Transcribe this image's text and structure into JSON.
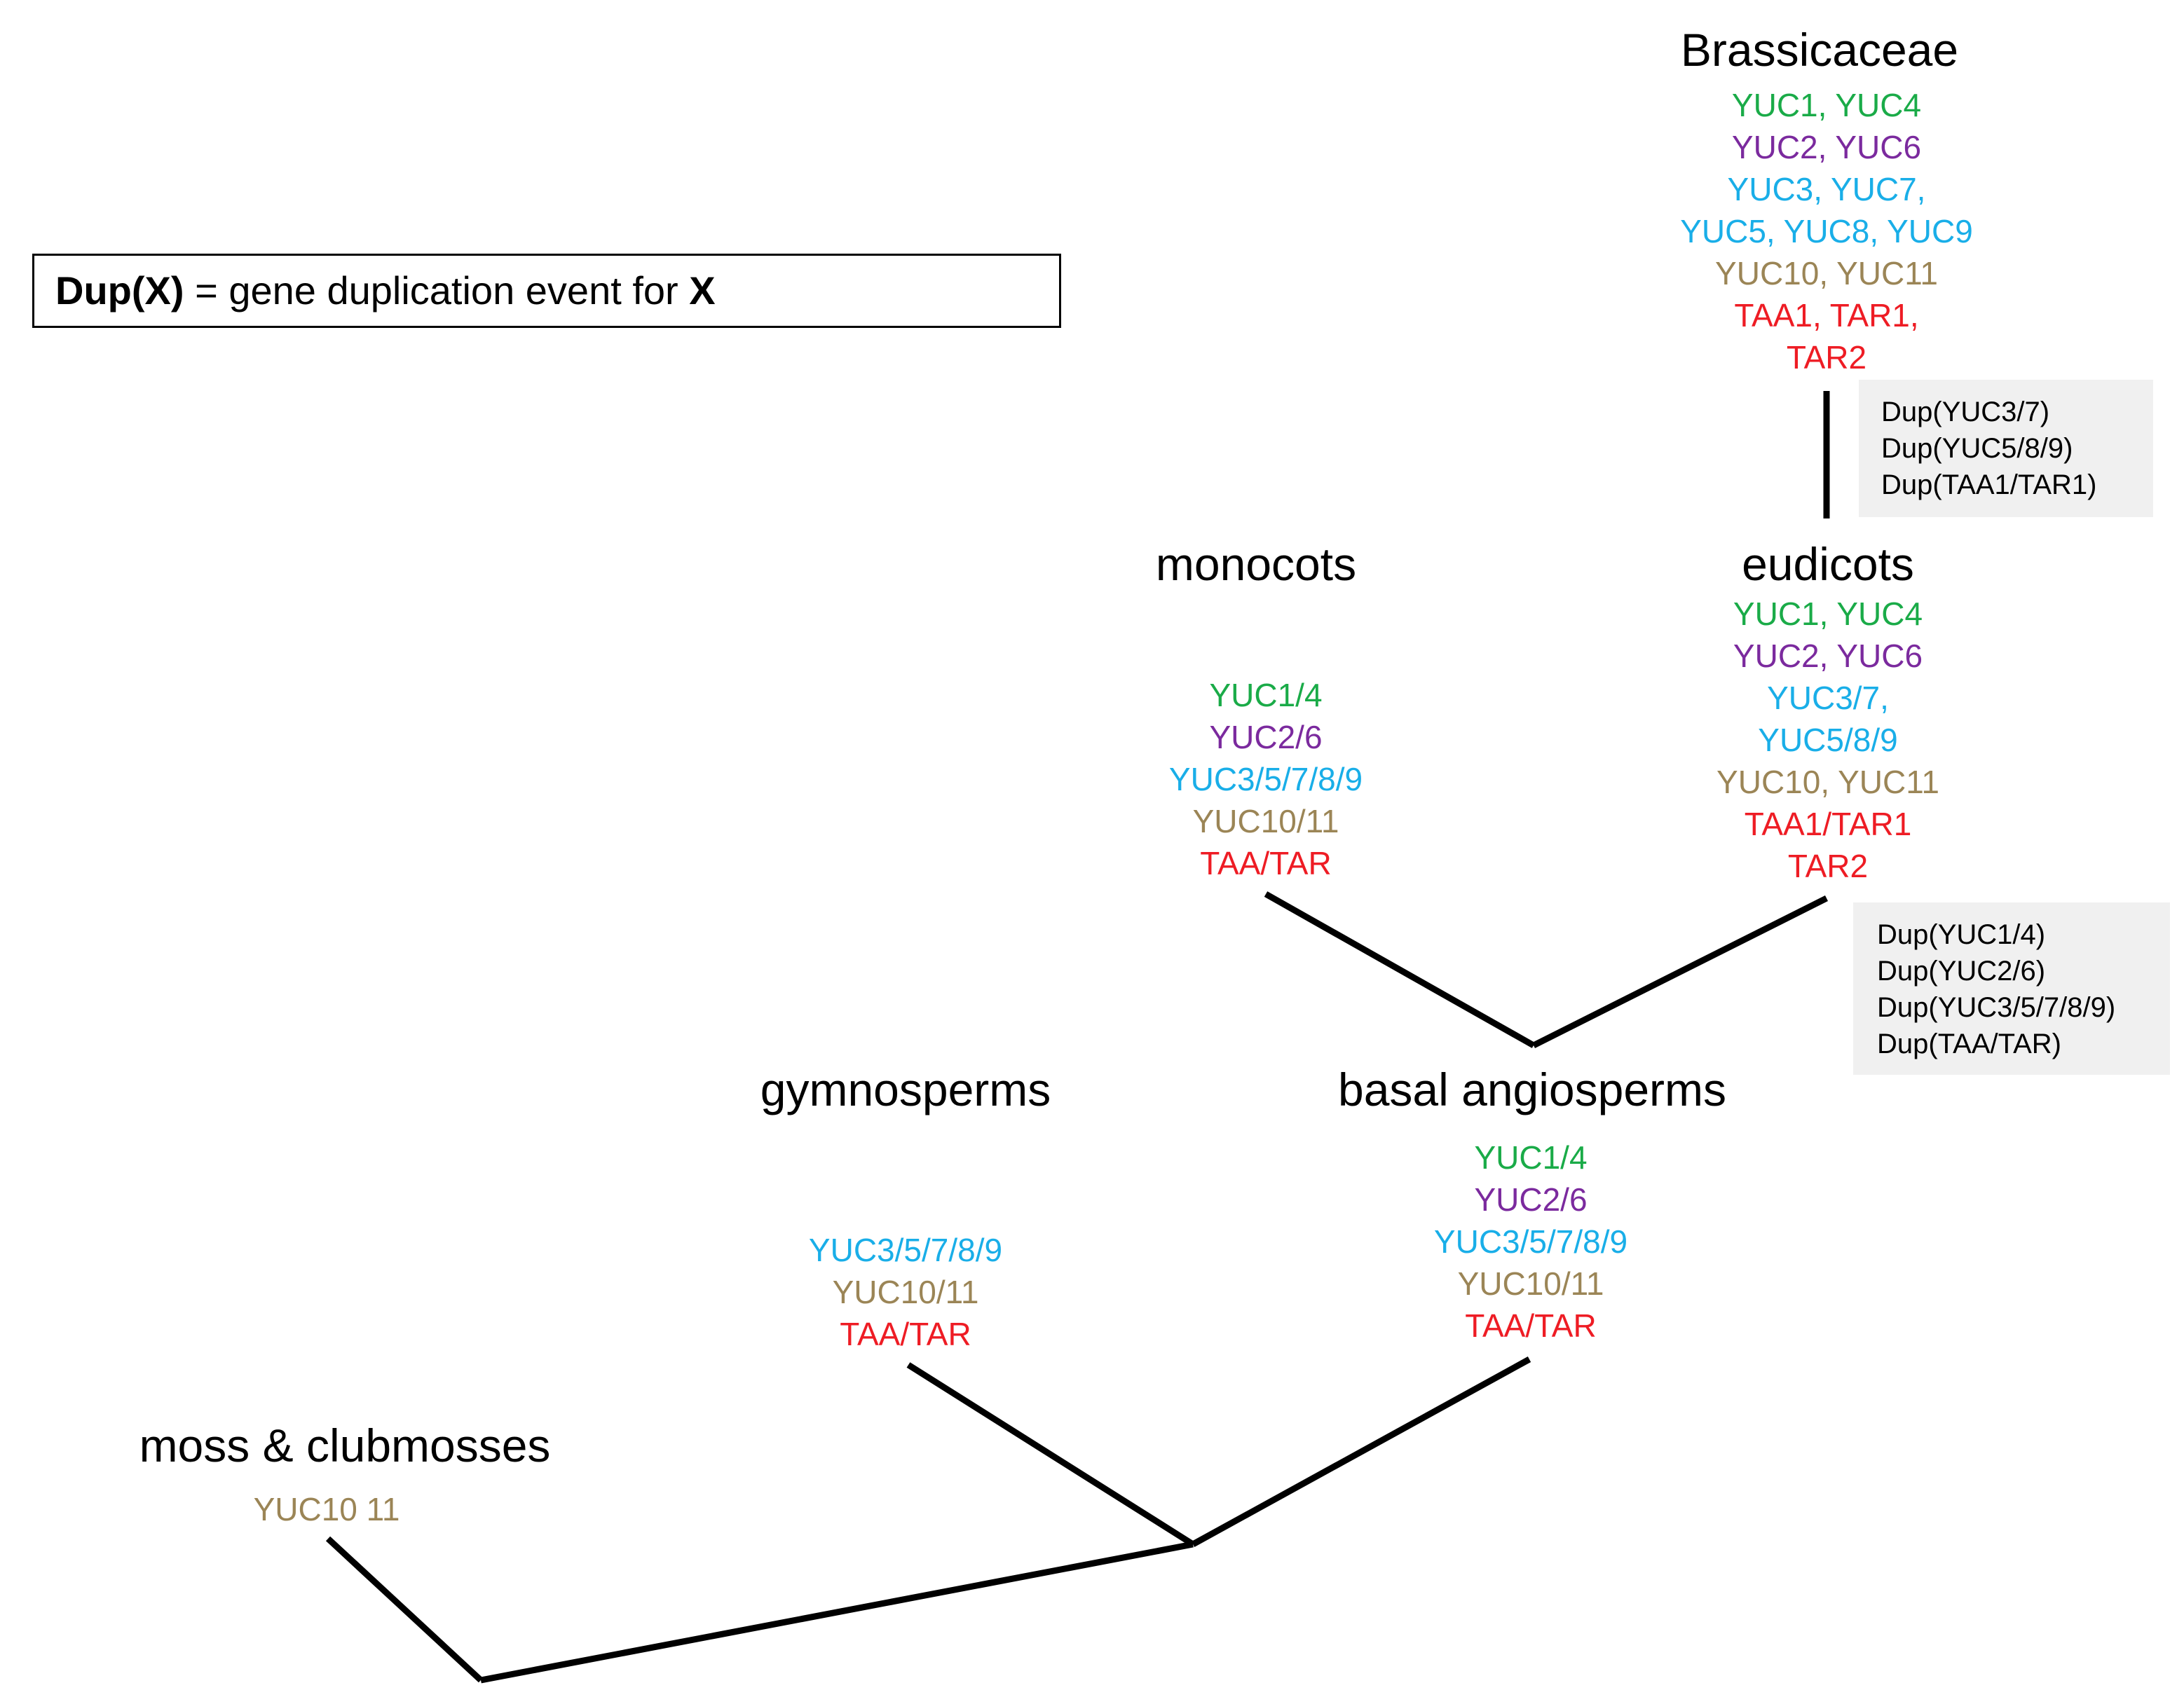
{
  "legend": {
    "term": "Dup(X)",
    "text": " = gene duplication event for ",
    "var": "X"
  },
  "colors": {
    "yuc1_4": "#1aab48",
    "yuc2_6": "#7b2a9e",
    "yuc3_5_7_8_9": "#19aee8",
    "yuc10_11": "#9b8556",
    "taa_tar": "#ee1c24"
  },
  "clades": {
    "brassicaceae": {
      "name": "Brassicaceae",
      "genes": [
        {
          "text": "YUC1, YUC4",
          "group": "yuc1_4"
        },
        {
          "text": "YUC2, YUC6",
          "group": "yuc2_6"
        },
        {
          "text": "YUC3, YUC7,",
          "group": "yuc3_5_7_8_9"
        },
        {
          "text": "YUC5, YUC8, YUC9",
          "group": "yuc3_5_7_8_9"
        },
        {
          "text": "YUC10, YUC11",
          "group": "yuc10_11"
        },
        {
          "text": "TAA1, TAR1,",
          "group": "taa_tar"
        },
        {
          "text": "TAR2",
          "group": "taa_tar"
        }
      ]
    },
    "monocots": {
      "name": "monocots",
      "genes": [
        {
          "text": "YUC1/4",
          "group": "yuc1_4"
        },
        {
          "text": "YUC2/6",
          "group": "yuc2_6"
        },
        {
          "text": "YUC3/5/7/8/9",
          "group": "yuc3_5_7_8_9"
        },
        {
          "text": "YUC10/11",
          "group": "yuc10_11"
        },
        {
          "text": "TAA/TAR",
          "group": "taa_tar"
        }
      ]
    },
    "eudicots": {
      "name": "eudicots",
      "genes": [
        {
          "text": "YUC1, YUC4",
          "group": "yuc1_4"
        },
        {
          "text": "YUC2, YUC6",
          "group": "yuc2_6"
        },
        {
          "text": "YUC3/7,",
          "group": "yuc3_5_7_8_9"
        },
        {
          "text": "YUC5/8/9",
          "group": "yuc3_5_7_8_9"
        },
        {
          "text": "YUC10, YUC11",
          "group": "yuc10_11"
        },
        {
          "text": "TAA1/TAR1",
          "group": "taa_tar"
        },
        {
          "text": "TAR2",
          "group": "taa_tar"
        }
      ]
    },
    "gymnosperms": {
      "name": "gymnosperms",
      "genes": [
        {
          "text": "YUC3/5/7/8/9",
          "group": "yuc3_5_7_8_9"
        },
        {
          "text": "YUC10/11",
          "group": "yuc10_11"
        },
        {
          "text": "TAA/TAR",
          "group": "taa_tar"
        }
      ]
    },
    "basal": {
      "name": "basal angiosperms",
      "genes": [
        {
          "text": "YUC1/4",
          "group": "yuc1_4"
        },
        {
          "text": "YUC2/6",
          "group": "yuc2_6"
        },
        {
          "text": "YUC3/5/7/8/9",
          "group": "yuc3_5_7_8_9"
        },
        {
          "text": "YUC10/11",
          "group": "yuc10_11"
        },
        {
          "text": "TAA/TAR",
          "group": "taa_tar"
        }
      ]
    },
    "moss": {
      "name": "moss & clubmosses",
      "genes": [
        {
          "text": "YUC10 11",
          "group": "yuc10_11"
        }
      ]
    }
  },
  "dup_events": {
    "brassicaceae_branch": [
      "Dup(YUC3/7)",
      "Dup(YUC5/8/9)",
      "Dup(TAA1/TAR1)"
    ],
    "eudicots_branch": [
      "Dup(YUC1/4)",
      "Dup(YUC2/6)",
      "Dup(YUC3/5/7/8/9)",
      "Dup(TAA/TAR)"
    ]
  }
}
